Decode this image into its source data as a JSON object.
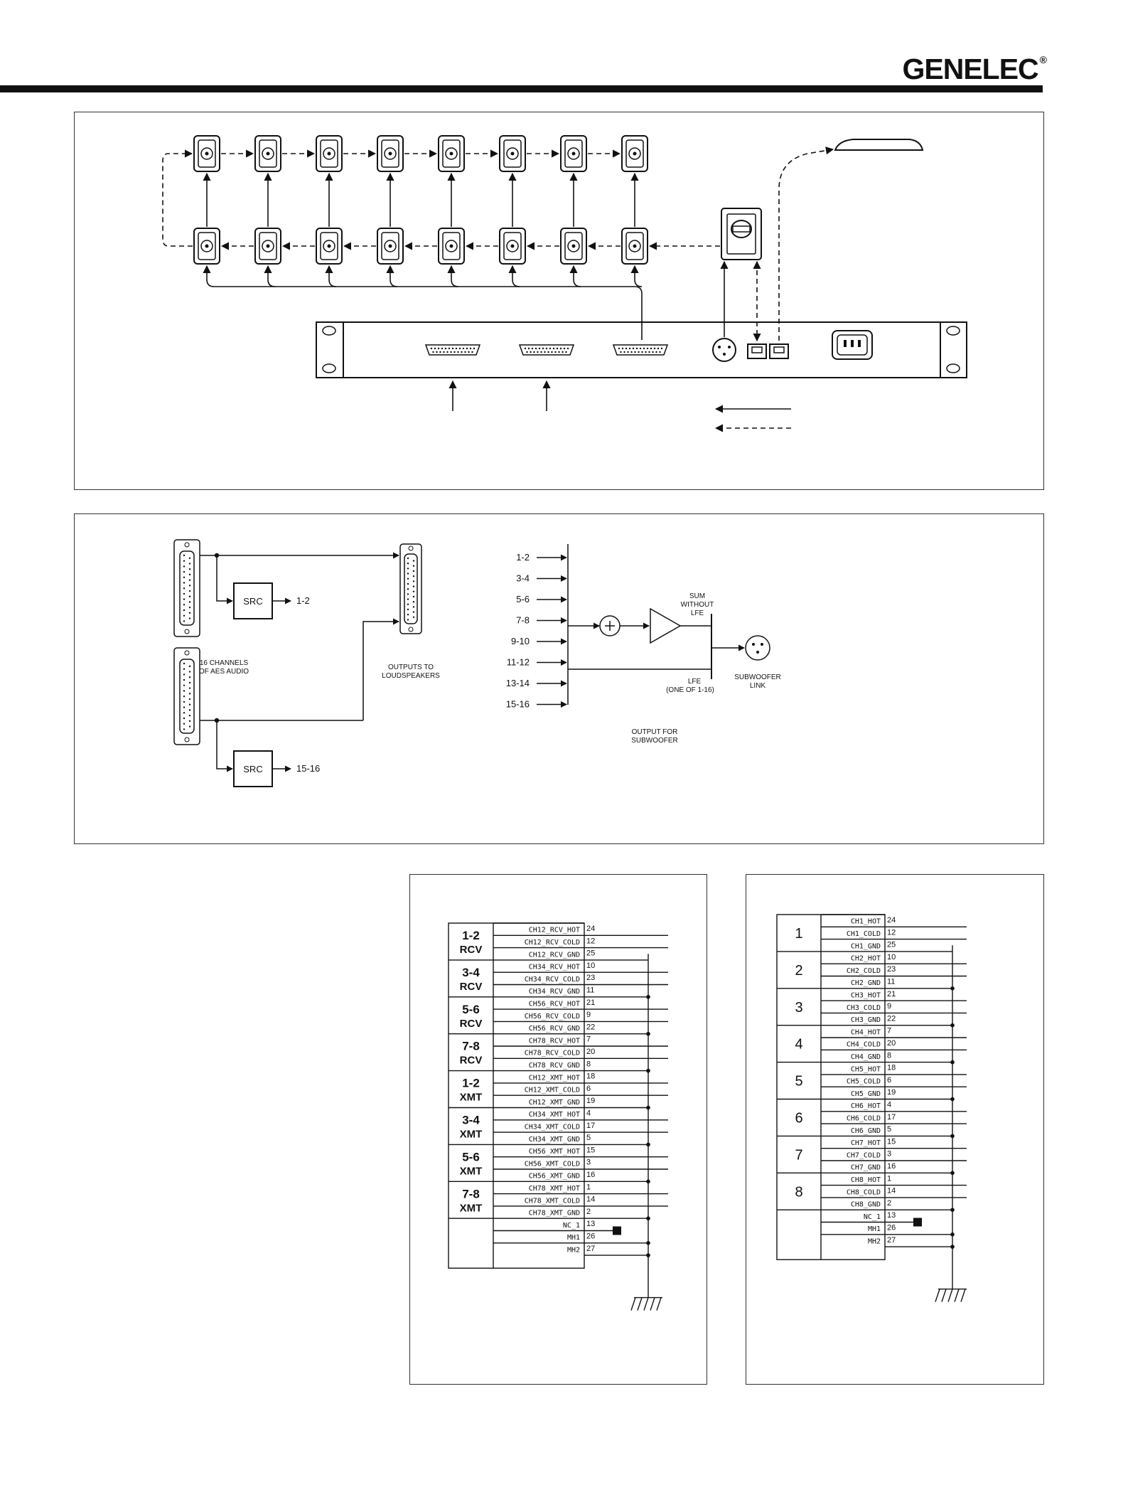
{
  "header": {
    "brand": "GENELEC",
    "registered_mark": "®"
  },
  "system_diagram": {
    "front_speaker_count": 8,
    "rear_speaker_count": 8
  },
  "signal_flow": {
    "src_label": "SRC",
    "src_top_output": "1-2",
    "src_bottom_output": "15-16",
    "input_caption_line1": "16 CHANNELS",
    "input_caption_line2": "OF AES AUDIO",
    "output_caption_line1": "OUTPUTS TO",
    "output_caption_line2": "LOUDSPEAKERS",
    "channel_pairs": [
      "1-2",
      "3-4",
      "5-6",
      "7-8",
      "9-10",
      "11-12",
      "13-14",
      "15-16"
    ],
    "sum_label": [
      "SUM",
      "WITHOUT",
      "LFE"
    ],
    "lfe_label": [
      "LFE",
      "(ONE OF 1-16)"
    ],
    "sub_link_label": [
      "SUBWOOFER",
      "LINK"
    ],
    "sub_output_label": [
      "OUTPUT FOR",
      "SUBWOOFER"
    ]
  },
  "pinout_left": {
    "groups": [
      {
        "num": "1-2",
        "dir": "RCV",
        "signals": [
          [
            "CH12_RCV_HOT",
            "24"
          ],
          [
            "CH12_RCV_COLD",
            "12"
          ],
          [
            "CH12_RCV_GND",
            "25"
          ]
        ]
      },
      {
        "num": "3-4",
        "dir": "RCV",
        "signals": [
          [
            "CH34_RCV_HOT",
            "10"
          ],
          [
            "CH34_RCV_COLD",
            "23"
          ],
          [
            "CH34_RCV_GND",
            "11"
          ]
        ]
      },
      {
        "num": "5-6",
        "dir": "RCV",
        "signals": [
          [
            "CH56_RCV_HOT",
            "21"
          ],
          [
            "CH56_RCV_COLD",
            "9"
          ],
          [
            "CH56_RCV_GND",
            "22"
          ]
        ]
      },
      {
        "num": "7-8",
        "dir": "RCV",
        "signals": [
          [
            "CH78_RCV_HOT",
            "7"
          ],
          [
            "CH78_RCV_COLD",
            "20"
          ],
          [
            "CH78_RCV_GND",
            "8"
          ]
        ]
      },
      {
        "num": "1-2",
        "dir": "XMT",
        "signals": [
          [
            "CH12_XMT_HOT",
            "18"
          ],
          [
            "CH12_XMT_COLD",
            "6"
          ],
          [
            "CH12_XMT_GND",
            "19"
          ]
        ]
      },
      {
        "num": "3-4",
        "dir": "XMT",
        "signals": [
          [
            "CH34_XMT_HOT",
            "4"
          ],
          [
            "CH34_XMT_COLD",
            "17"
          ],
          [
            "CH34_XMT_GND",
            "5"
          ]
        ]
      },
      {
        "num": "5-6",
        "dir": "XMT",
        "signals": [
          [
            "CH56_XMT_HOT",
            "15"
          ],
          [
            "CH56_XMT_COLD",
            "3"
          ],
          [
            "CH56_XMT_GND",
            "16"
          ]
        ]
      },
      {
        "num": "7-8",
        "dir": "XMT",
        "signals": [
          [
            "CH78_XMT_HOT",
            "1"
          ],
          [
            "CH78_XMT_COLD",
            "14"
          ],
          [
            "CH78_XMT_GND",
            "2"
          ]
        ]
      }
    ],
    "extra": [
      [
        "NC_1",
        "13"
      ],
      [
        "MH1",
        "26"
      ],
      [
        "MH2",
        "27"
      ]
    ]
  },
  "pinout_right": {
    "groups": [
      {
        "num": "1",
        "signals": [
          [
            "CH1_HOT",
            "24"
          ],
          [
            "CH1_COLD",
            "12"
          ],
          [
            "CH1_GND",
            "25"
          ]
        ]
      },
      {
        "num": "2",
        "signals": [
          [
            "CH2_HOT",
            "10"
          ],
          [
            "CH2_COLD",
            "23"
          ],
          [
            "CH2_GND",
            "11"
          ]
        ]
      },
      {
        "num": "3",
        "signals": [
          [
            "CH3_HOT",
            "21"
          ],
          [
            "CH3_COLD",
            "9"
          ],
          [
            "CH3_GND",
            "22"
          ]
        ]
      },
      {
        "num": "4",
        "signals": [
          [
            "CH4_HOT",
            "7"
          ],
          [
            "CH4_COLD",
            "20"
          ],
          [
            "CH4_GND",
            "8"
          ]
        ]
      },
      {
        "num": "5",
        "signals": [
          [
            "CH5_HOT",
            "18"
          ],
          [
            "CH5_COLD",
            "6"
          ],
          [
            "CH5_GND",
            "19"
          ]
        ]
      },
      {
        "num": "6",
        "signals": [
          [
            "CH6_HOT",
            "4"
          ],
          [
            "CH6_COLD",
            "17"
          ],
          [
            "CH6_GND",
            "5"
          ]
        ]
      },
      {
        "num": "7",
        "signals": [
          [
            "CH7_HOT",
            "15"
          ],
          [
            "CH7_COLD",
            "3"
          ],
          [
            "CH7_GND",
            "16"
          ]
        ]
      },
      {
        "num": "8",
        "signals": [
          [
            "CH8_HOT",
            "1"
          ],
          [
            "CH8_COLD",
            "14"
          ],
          [
            "CH8_GND",
            "2"
          ]
        ]
      }
    ],
    "extra": [
      [
        "NC_1",
        "13"
      ],
      [
        "MH1",
        "26"
      ],
      [
        "MH2",
        "27"
      ]
    ]
  }
}
